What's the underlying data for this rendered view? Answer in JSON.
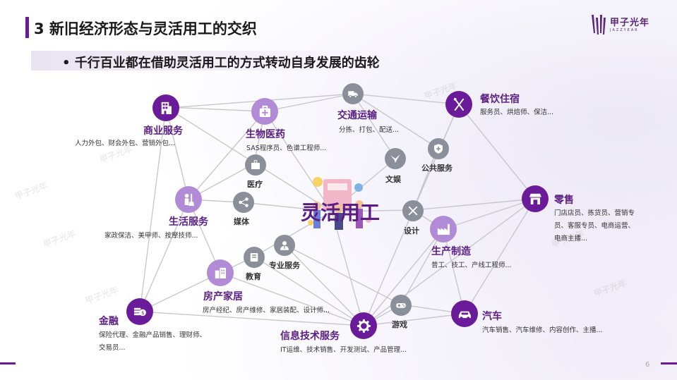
{
  "header": {
    "title": "3 新旧经济形态与灵活用工的交织",
    "subtitle": "千行百业都在借助灵活用工的方式转动自身发展的齿轮",
    "logo_cn": "甲子光年",
    "logo_en": "JAZZYEAR",
    "watermark": "甲子光年"
  },
  "center": {
    "label": "灵活用工"
  },
  "sectors": [
    {
      "id": "commerce",
      "label": "商业服务",
      "desc": [
        "人力外包、财会外包、营销外包..."
      ],
      "icon": "building-icon"
    },
    {
      "id": "biomed",
      "label": "生物医药",
      "desc": [
        "SAS程序员、色谱工程师..."
      ],
      "icon": "medkit-icon"
    },
    {
      "id": "logistics",
      "label": "交通运输",
      "desc": [
        "分拣、打包、配送..."
      ],
      "icon": "truck-icon"
    },
    {
      "id": "catering",
      "label": "餐饮住宿",
      "desc": [
        "服务员、烘焙师、保洁..."
      ],
      "icon": "utensils-icon"
    },
    {
      "id": "retail",
      "label": "零售",
      "desc": [
        "门店店员、拣货员、营销专",
        "员、客服专员、电商运营、",
        "电商主播..."
      ],
      "icon": "store-icon"
    },
    {
      "id": "life",
      "label": "生活服务",
      "desc": [
        "家政保洁、美甲师、按摩技师..."
      ],
      "icon": "cleaning-icon"
    },
    {
      "id": "manufacturing",
      "label": "生产制造",
      "desc": [
        "普工、技工、产线工程师..."
      ],
      "icon": "factory-icon"
    },
    {
      "id": "realestate",
      "label": "房产家居",
      "desc": [
        "房产经纪、房产维修、家居装配、设计师..."
      ],
      "icon": "houses-icon"
    },
    {
      "id": "finance",
      "label": "金融",
      "desc": [
        "保险代理、金融产品销售、理财师、",
        "交易员..."
      ],
      "icon": "coins-icon"
    },
    {
      "id": "it",
      "label": "信息技术服务",
      "desc": [
        "IT运维、技术销售、开发测试、产品管理..."
      ],
      "icon": "gear-icon"
    },
    {
      "id": "auto",
      "label": "汽车",
      "desc": [
        "汽车销售、汽车维修、内容创作、主播..."
      ],
      "icon": "car-icon"
    }
  ],
  "minor_nodes": [
    {
      "id": "medical",
      "label": "医疗",
      "icon": "hospital-icon"
    },
    {
      "id": "media",
      "label": "媒体",
      "icon": "share-icon"
    },
    {
      "id": "education",
      "label": "教育",
      "icon": "book-icon"
    },
    {
      "id": "professional",
      "label": "专业服务",
      "icon": "user-tie-icon"
    },
    {
      "id": "entertainment",
      "label": "文娱",
      "icon": "bird-icon"
    },
    {
      "id": "public",
      "label": "公共服务",
      "icon": "shield-icon"
    },
    {
      "id": "design",
      "label": "设计",
      "icon": "pencil-ruler-icon"
    },
    {
      "id": "gaming",
      "label": "游戏",
      "icon": "gamepad-icon"
    }
  ],
  "page_number": "6",
  "colors": {
    "accent": "#6a1b9a",
    "light_accent": "#b28bd6",
    "minor": "#8a8f99",
    "line": "#c8c8cc"
  }
}
